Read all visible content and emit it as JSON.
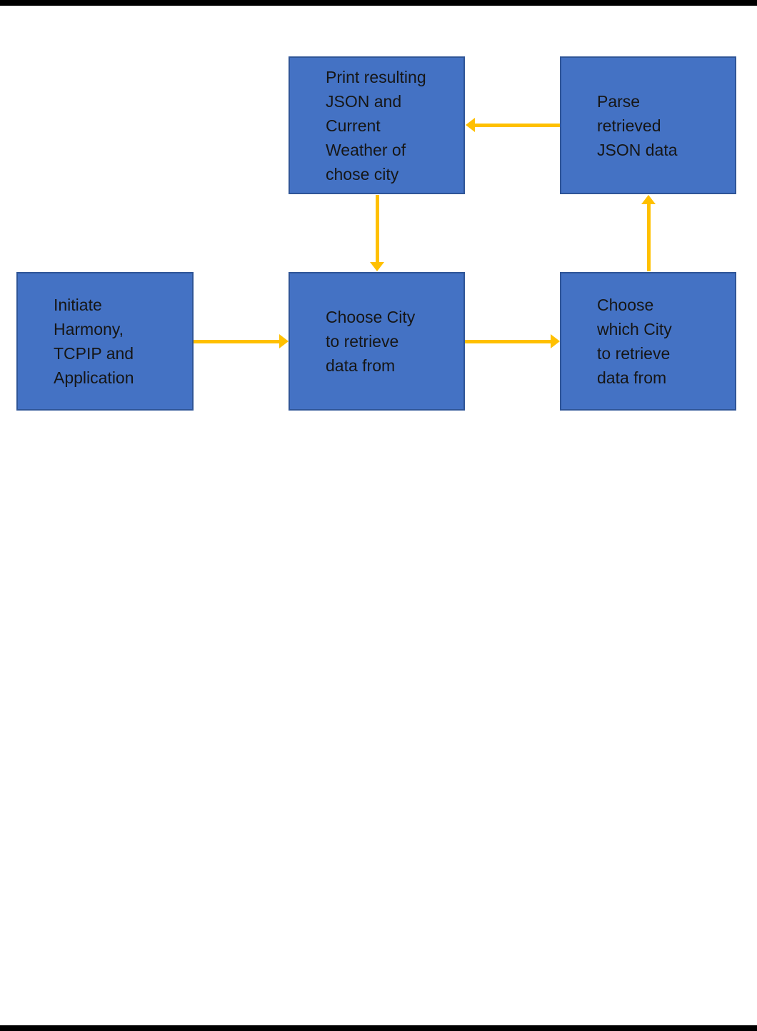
{
  "page": {
    "background_color": "#ffffff",
    "edge_bar_color": "#000000"
  },
  "diagram": {
    "type": "flowchart",
    "box_fill_color": "#4472c4",
    "box_border_color": "#2f5597",
    "arrow_color": "#ffc000",
    "text_color": "#161616",
    "boxes": [
      {
        "id": "initiate",
        "text": "Initiate\nHarmony,\nTCPIP and\nApplication"
      },
      {
        "id": "choose-city",
        "text": "Choose City\nto retrieve\ndata from"
      },
      {
        "id": "choose-which-city",
        "text": "Choose\nwhich City\nto retrieve\ndata from"
      },
      {
        "id": "print-result",
        "text": "Print resulting\nJSON and\nCurrent\nWeather of\nchose city"
      },
      {
        "id": "parse-json",
        "text": "Parse\nretrieved\nJSON data"
      }
    ],
    "connections": [
      {
        "from": "initiate",
        "to": "choose-city",
        "direction": "right"
      },
      {
        "from": "choose-city",
        "to": "choose-which-city",
        "direction": "right"
      },
      {
        "from": "choose-which-city",
        "to": "parse-json",
        "direction": "up"
      },
      {
        "from": "parse-json",
        "to": "print-result",
        "direction": "left"
      },
      {
        "from": "print-result",
        "to": "choose-city",
        "direction": "down"
      }
    ]
  }
}
